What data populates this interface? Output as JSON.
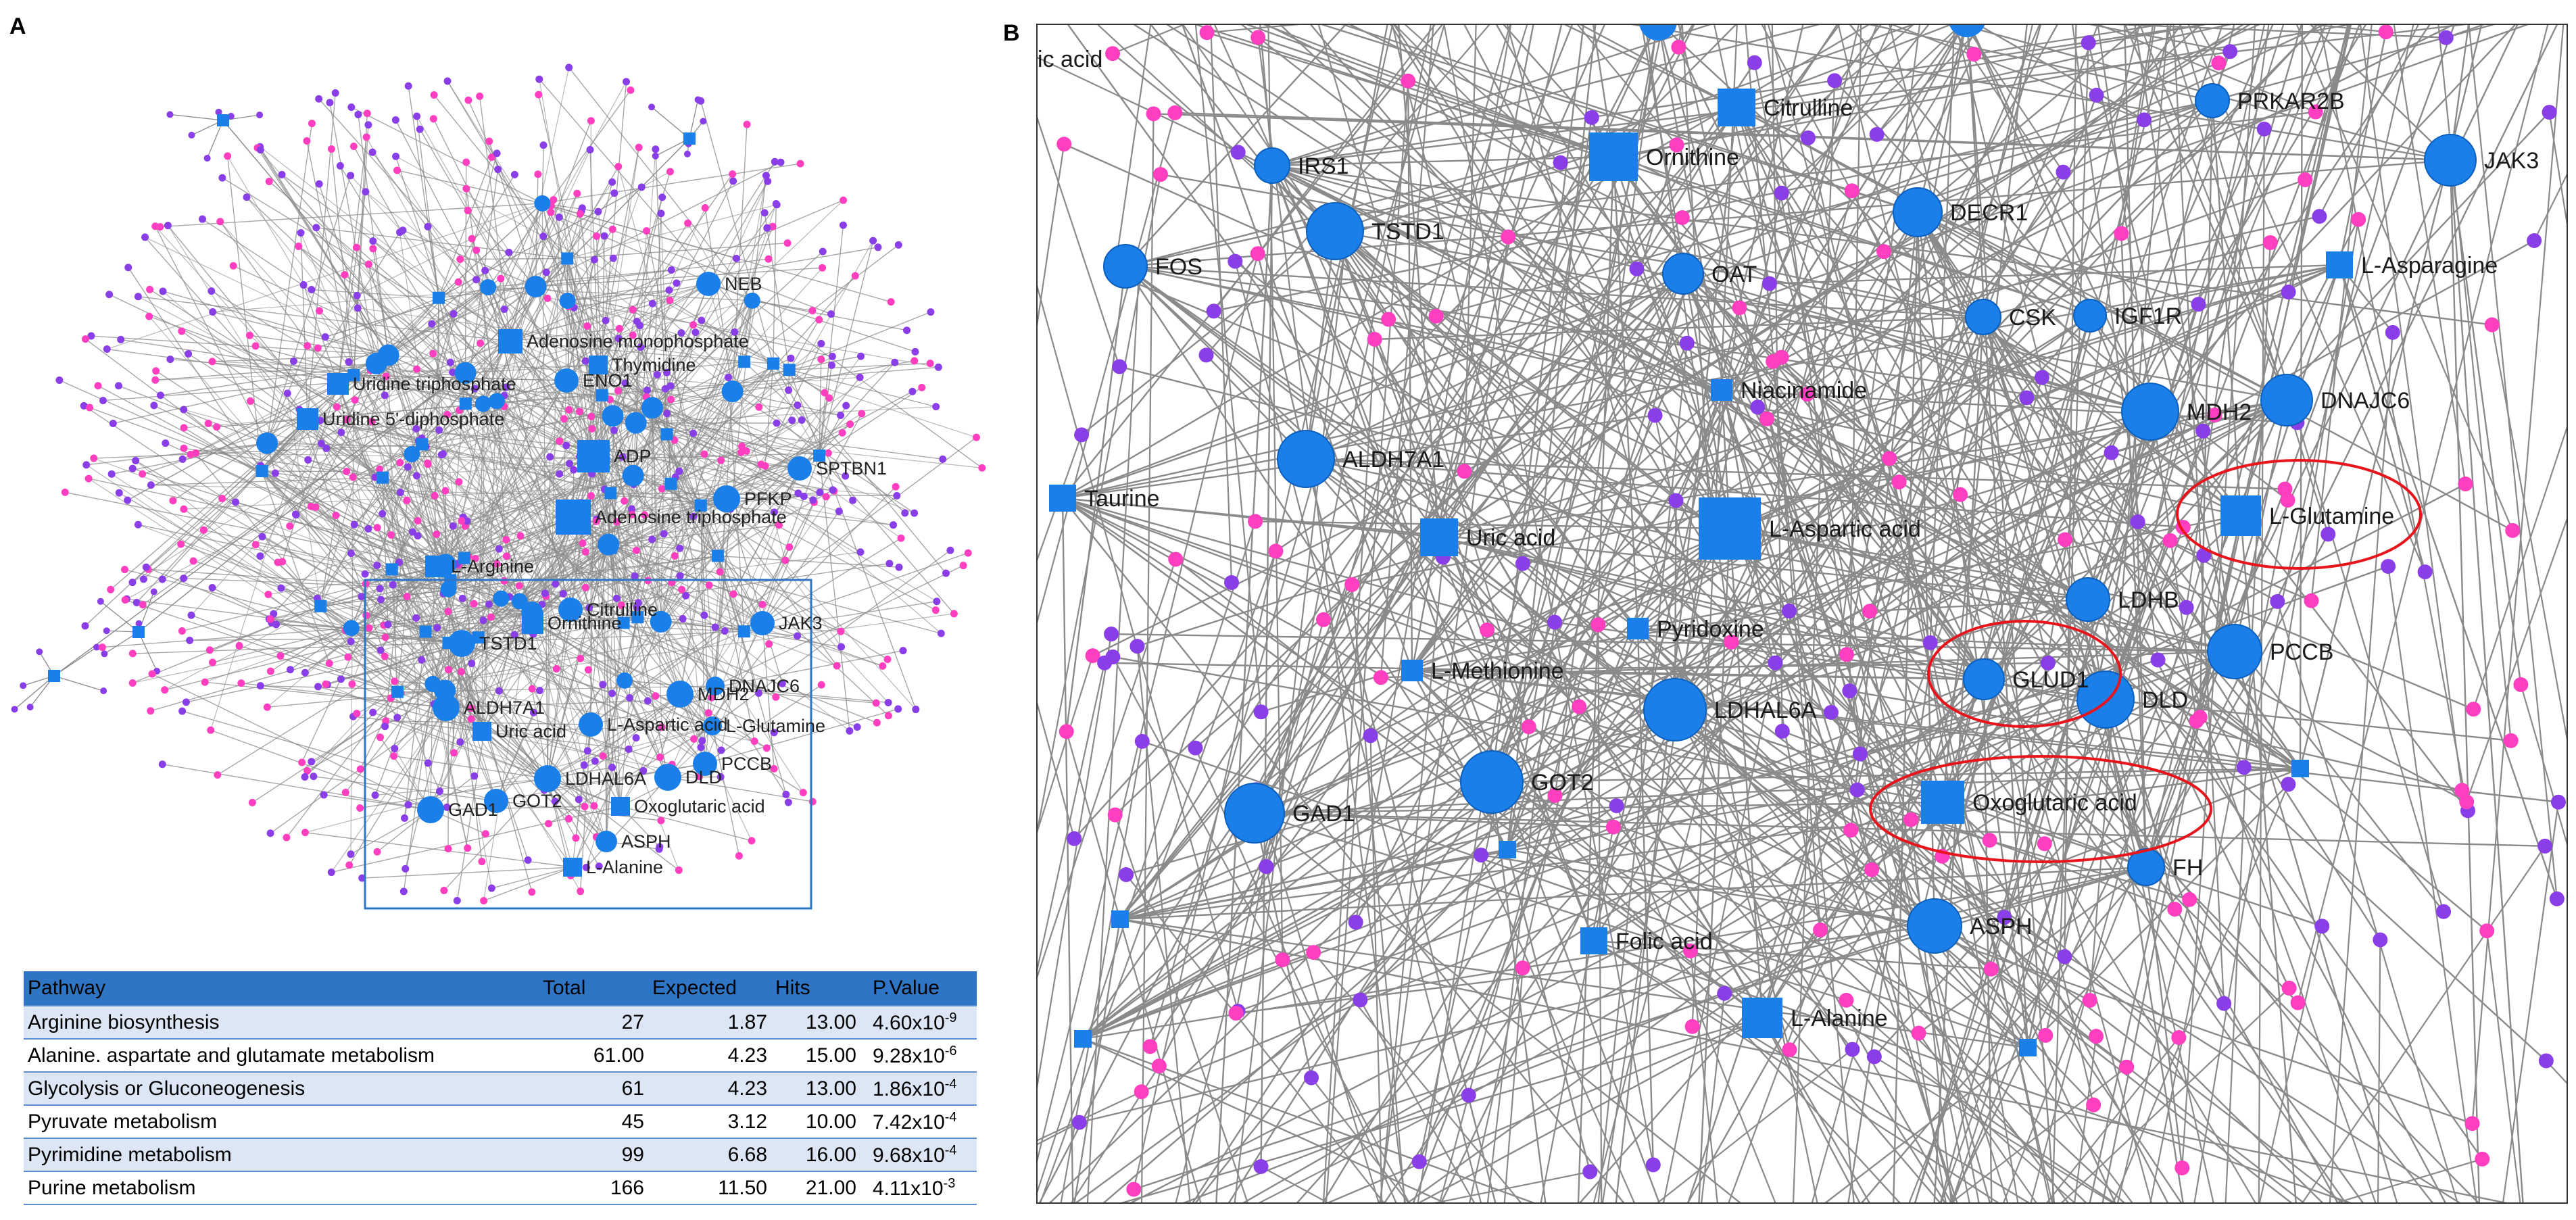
{
  "panels": {
    "a_label": "A",
    "b_label": "B"
  },
  "colors": {
    "edge": "#8a8a8a",
    "protein": "#1a7fe8",
    "metabolite": "#1a7fe8",
    "gene_pink": "#ff3fbf",
    "gene_purple": "#8a3ee8",
    "highlight": "#e8141c",
    "inset_box": "#2f75c5",
    "table_header": "#2f75c5",
    "table_alt_row": "#dde6f4"
  },
  "overview_labels": [
    "NEB",
    "Adenosine monophosphate",
    "Thymidine",
    "Uridine triphosphate",
    "ENO1",
    "Uridine 5'-diphosphate",
    "ADP",
    "SPTBN1",
    "PFKP",
    "Adenosine triphosphate",
    "L-Arginine",
    "Citrulline",
    "Ornithine",
    "JAK3",
    "TSTD1",
    "MDH2",
    "DNAJC6",
    "ALDH7A1",
    "Uric acid",
    "L-Aspartic acid",
    "L-Glutamine",
    "LDHAL6A",
    "DLD",
    "PCCB",
    "GAD1",
    "GOT2",
    "Oxoglutaric acid",
    "ASPH",
    "L-Alanine"
  ],
  "zoom_labels": [
    "ic acid",
    "Citrulline",
    "PRKAR2B",
    "Ornithine",
    "IRS1",
    "JAK3",
    "TSTD1",
    "DECR1",
    "FOS",
    "OAT",
    "L-Asparagine",
    "CSK",
    "IGF1R",
    "Niacinamide",
    "MDH2",
    "DNAJC6",
    "ALDH7A1",
    "Taurine",
    "Uric acid",
    "L-Aspartic acid",
    "L-Glutamine",
    "LDHB",
    "Pyridoxine",
    "L-Methionine",
    "GLUD1",
    "DLD",
    "PCCB",
    "LDHAL6A",
    "GOT2",
    "Oxoglutaric acid",
    "GAD1",
    "FH",
    "ASPH",
    "Folic acid",
    "L-Alanine"
  ],
  "table": {
    "headers": [
      "Pathway",
      "Total",
      "Expected",
      "Hits",
      "P.Value"
    ],
    "rows": [
      {
        "pathway": "Arginine biosynthesis",
        "total": "27",
        "expected": "1.87",
        "hits": "13.00",
        "p_mant": "4.60x10",
        "p_exp": "-9"
      },
      {
        "pathway": "Alanine. aspartate and glutamate metabolism",
        "total": "61.00",
        "expected": "4.23",
        "hits": "15.00",
        "p_mant": "9.28x10",
        "p_exp": "-6"
      },
      {
        "pathway": "Glycolysis or Gluconeogenesis",
        "total": "61",
        "expected": "4.23",
        "hits": "13.00",
        "p_mant": "1.86x10",
        "p_exp": "-4"
      },
      {
        "pathway": "Pyruvate metabolism",
        "total": "45",
        "expected": "3.12",
        "hits": "10.00",
        "p_mant": "7.42x10",
        "p_exp": "-4"
      },
      {
        "pathway": "Pyrimidine metabolism",
        "total": "99",
        "expected": "6.68",
        "hits": "16.00",
        "p_mant": "9.68x10",
        "p_exp": "-4"
      },
      {
        "pathway": "Purine metabolism",
        "total": "166",
        "expected": "11.50",
        "hits": "21.00",
        "p_mant": "4.11x10",
        "p_exp": "-3"
      }
    ]
  }
}
